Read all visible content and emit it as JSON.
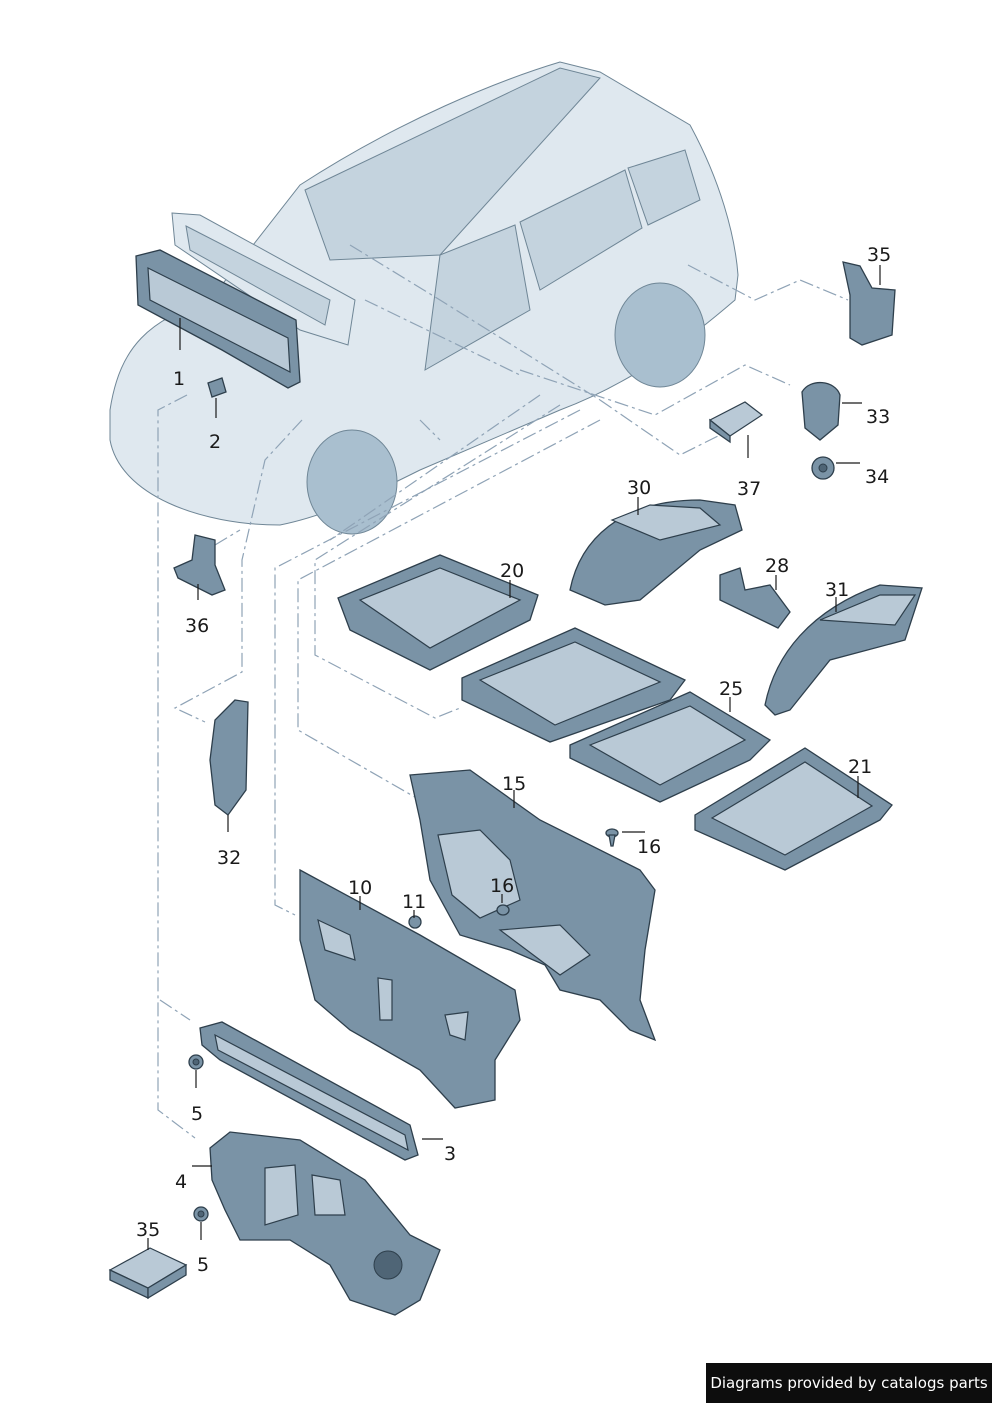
{
  "credit": "Diagrams provided by catalogs parts",
  "callouts": {
    "c1": "1",
    "c2": "2",
    "c3": "3",
    "c4": "4",
    "c5a": "5",
    "c5b": "5",
    "c10": "10",
    "c11": "11",
    "c15": "15",
    "c16a": "16",
    "c16b": "16",
    "c20": "20",
    "c21": "21",
    "c25": "25",
    "c28": "28",
    "c30": "30",
    "c31": "31",
    "c32": "32",
    "c33": "33",
    "c34": "34",
    "c35a": "35",
    "c35b": "35",
    "c36": "36",
    "c37": "37"
  },
  "colors": {
    "part_fill": "#7a93a6",
    "part_outline": "#2e3f4c",
    "vehicle_fill": "#dfe8ef",
    "guide_lines": "#8fa3b6"
  }
}
